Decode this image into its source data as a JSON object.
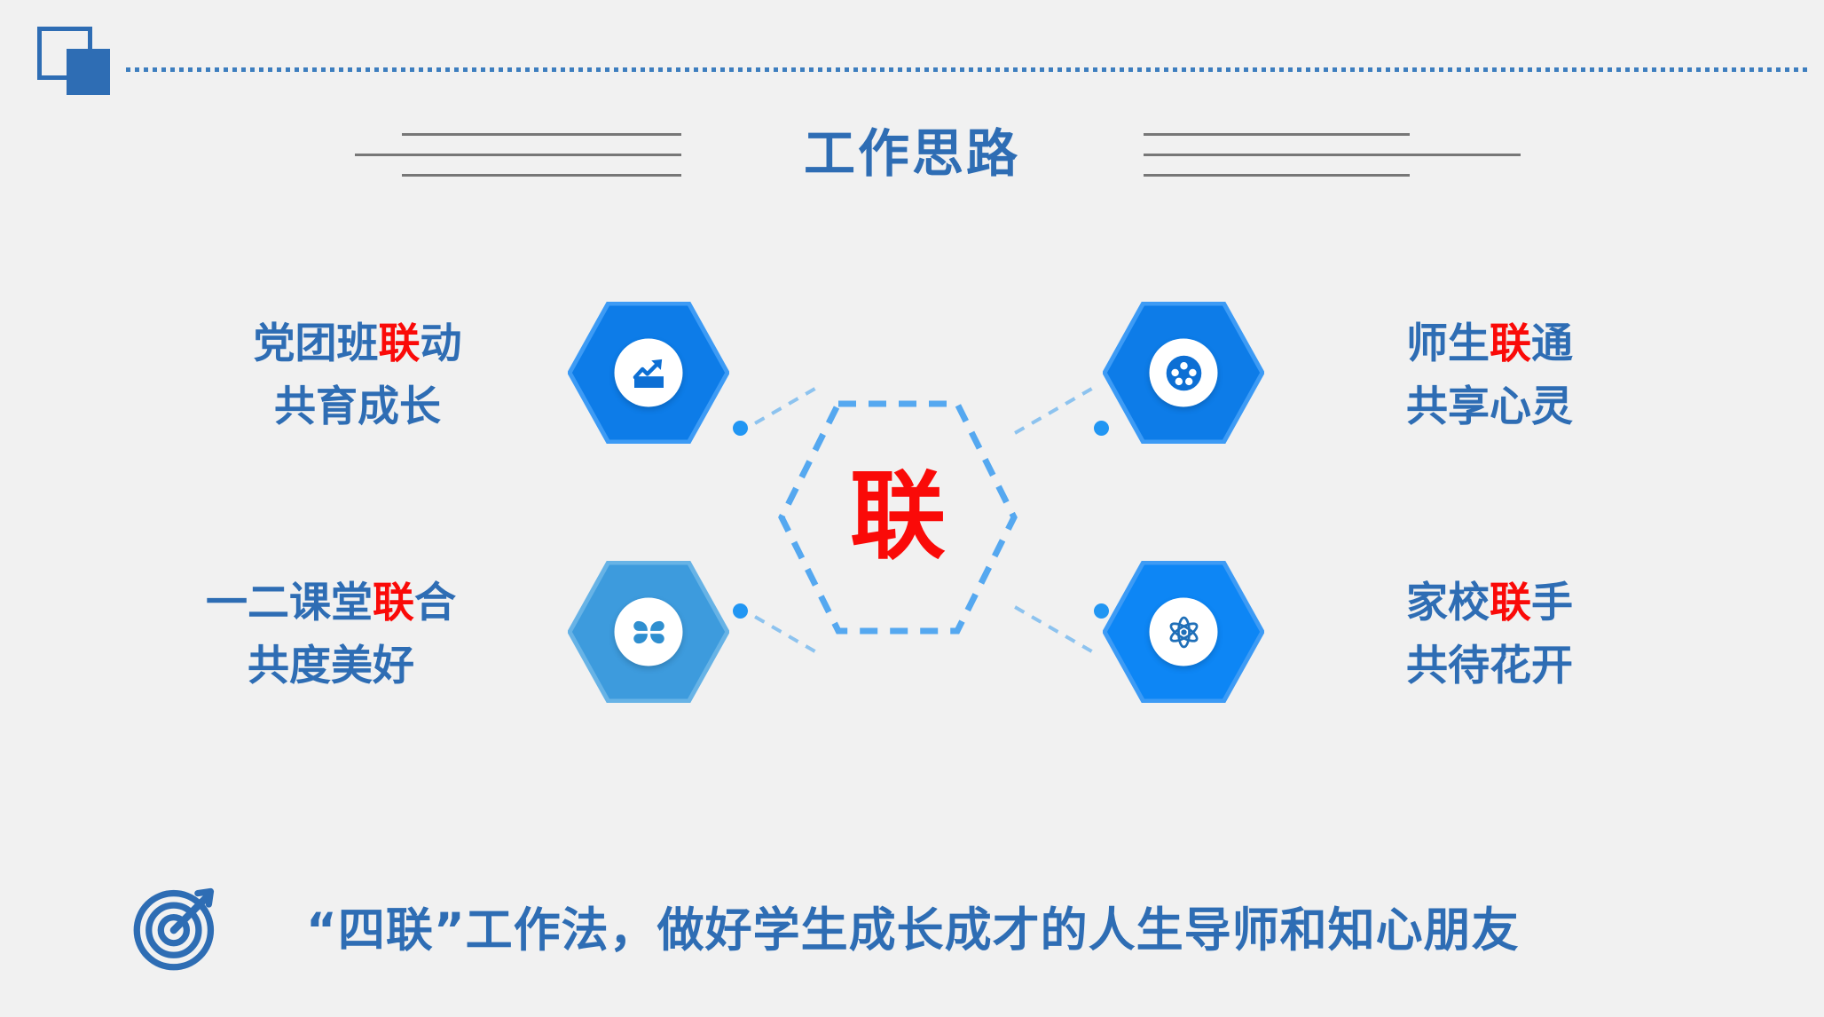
{
  "slide": {
    "title": "工作思路",
    "background_color": "#f1f1f1",
    "brand_color": "#2e6db4",
    "accent_color": "#fa0a08"
  },
  "logo": {
    "outline_color": "#2e6db4",
    "solid_color": "#2e6db4"
  },
  "center": {
    "label": "联",
    "color": "#fa0a08",
    "outline_style": "dashed-hexagon",
    "outline_color": "#55a8f0"
  },
  "nodes": [
    {
      "position": "top-left",
      "icon": "chart-trending-up-icon",
      "hex_color": "#0d7ce8",
      "hex_border_color": "#3d9bf5",
      "label_line1_prefix": "党团班",
      "label_line1_highlight": "联",
      "label_line1_suffix": "动",
      "label_line2": "共育成长"
    },
    {
      "position": "top-right",
      "icon": "five-dot-circle-icon",
      "hex_color": "#0d7ce8",
      "hex_border_color": "#3d9bf5",
      "label_line1_prefix": "师生",
      "label_line1_highlight": "联",
      "label_line1_suffix": "通",
      "label_line2": "共享心灵"
    },
    {
      "position": "bottom-left",
      "icon": "four-petal-clover-icon",
      "hex_color": "#3d9bdd",
      "hex_border_color": "#67b3e6",
      "label_line1_prefix": "一二课堂",
      "label_line1_highlight": "联",
      "label_line1_suffix": "合",
      "label_line2": "共度美好"
    },
    {
      "position": "bottom-right",
      "icon": "atom-icon",
      "hex_color": "#0d86f5",
      "hex_border_color": "#3d9bf5",
      "label_line1_prefix": "家校",
      "label_line1_highlight": "联",
      "label_line1_suffix": "手",
      "label_line2": "共待花开"
    }
  ],
  "footer": {
    "icon": "target-bullseye-icon",
    "text": "“四联”工作法，做好学生成长成才的人生导师和知心朋友",
    "color": "#2e6db4"
  }
}
